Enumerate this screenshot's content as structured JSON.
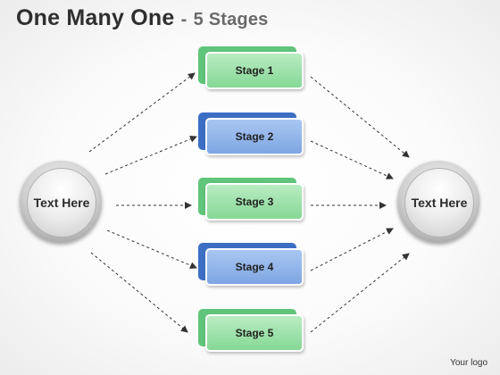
{
  "title": {
    "main": "One Many One",
    "separator": "-",
    "subtitle": "5 Stages"
  },
  "left_node": {
    "label": "Text Here"
  },
  "right_node": {
    "label": "Text Here"
  },
  "stages": [
    {
      "label": "Stage 1",
      "color": "green"
    },
    {
      "label": "Stage 2",
      "color": "blue"
    },
    {
      "label": "Stage 3",
      "color": "green"
    },
    {
      "label": "Stage 4",
      "color": "blue"
    },
    {
      "label": "Stage 5",
      "color": "green"
    }
  ],
  "footer": {
    "logo_text": "Your logo"
  },
  "colors": {
    "green_front": "#86d896",
    "green_back": "#5fc57a",
    "blue_front": "#7ea6e3",
    "blue_back": "#3c6fc4",
    "connector": "#333333"
  }
}
